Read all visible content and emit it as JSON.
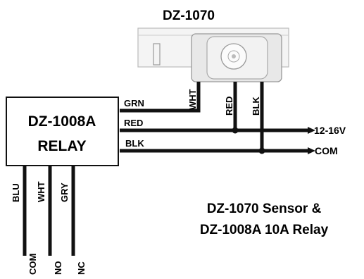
{
  "sensor": {
    "title": "DZ-1070",
    "wires": {
      "white": "WHT",
      "red": "RED",
      "black": "BLK"
    }
  },
  "relay": {
    "name_line1": "DZ-1008A",
    "name_line2": "RELAY",
    "right_wires": {
      "green": "GRN",
      "red": "RED",
      "black": "BLK"
    },
    "bottom_wires": {
      "blue": "BLU",
      "white": "WHT",
      "gray": "GRY"
    },
    "contacts": {
      "com": "COM",
      "no": "NO",
      "nc": "NC"
    }
  },
  "power": {
    "positive": "12-16V",
    "common": "COM"
  },
  "caption": {
    "line1": "DZ-1070 Sensor &",
    "line2": "DZ-1008A 10A Relay"
  }
}
